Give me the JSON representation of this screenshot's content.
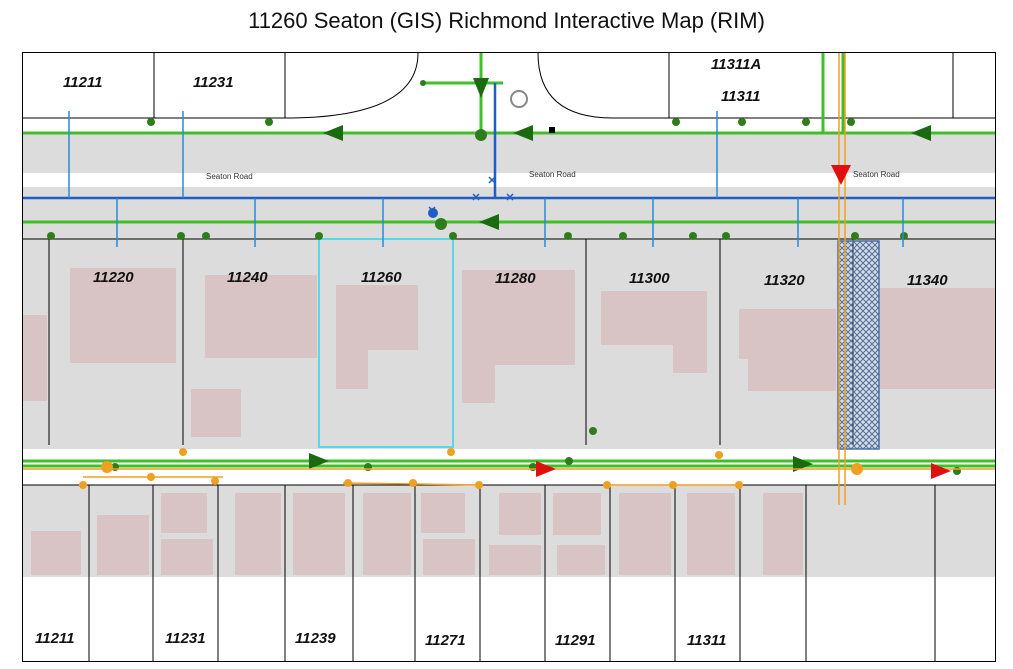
{
  "title": "11260 Seaton (GIS) Richmond Interactive Map (RIM)",
  "roads": [
    "Seaton Road",
    "Seaton Road",
    "Seaton Road"
  ],
  "lots_north": [
    "11211",
    "11231",
    "11311A",
    "11311"
  ],
  "lots_middle": [
    "11220",
    "11240",
    "11260",
    "11280",
    "11300",
    "11320",
    "11340"
  ],
  "lots_south": [
    "11211",
    "11231",
    "11239",
    "11271",
    "11291",
    "11311"
  ],
  "colors": {
    "water": "#1f77d4",
    "storm": "#3fbf2a",
    "sanitary": "#f0a020",
    "building": "#d8c4c4",
    "ground": "#dcdcdc",
    "highlight_lot": "#5ad7e6"
  }
}
